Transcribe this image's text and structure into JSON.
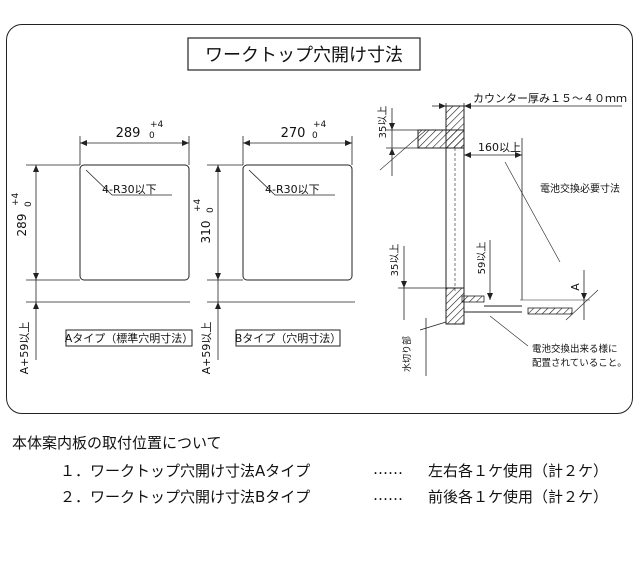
{
  "title": "ワークトップ穴開け寸法",
  "typeA": {
    "width": "289",
    "width_tol_upper": "+4",
    "width_tol_lower": "0",
    "height": "289",
    "height_tol_upper": "+4",
    "height_tol_lower": "0",
    "radius_note": "4-R30以下",
    "offset_label": "A+59以上",
    "caption": "Aタイプ（標準穴明寸法）"
  },
  "typeB": {
    "width": "270",
    "width_tol_upper": "+4",
    "width_tol_lower": "0",
    "height": "310",
    "height_tol_upper": "+4",
    "height_tol_lower": "0",
    "radius_note": "4-R30以下",
    "offset_label": "A+59以上",
    "caption": "Bタイプ（穴明寸法）"
  },
  "section": {
    "counter_thickness": "カウンター厚み１５～４０ｍｍ",
    "dim_35_top": "35以上",
    "dim_160": "160以上",
    "battery_label": "電池交換必要寸法",
    "dim_35_mid": "35以上",
    "dim_59": "59以上",
    "dim_A": "A",
    "waterproof": "水切り部",
    "note_line1": "電池交換出来る様に",
    "note_line2": "配置されていること。"
  },
  "notes": {
    "heading": "本体案内板の取付位置について",
    "item1_label": "１．ワークトップ穴開け寸法Aタイプ",
    "item1_dots": "……",
    "item1_use": "左右各１ケ使用（計２ケ）",
    "item2_label": "２．ワークトップ穴開け寸法Bタイプ",
    "item2_dots": "……",
    "item2_use": "前後各１ケ使用（計２ケ）"
  }
}
